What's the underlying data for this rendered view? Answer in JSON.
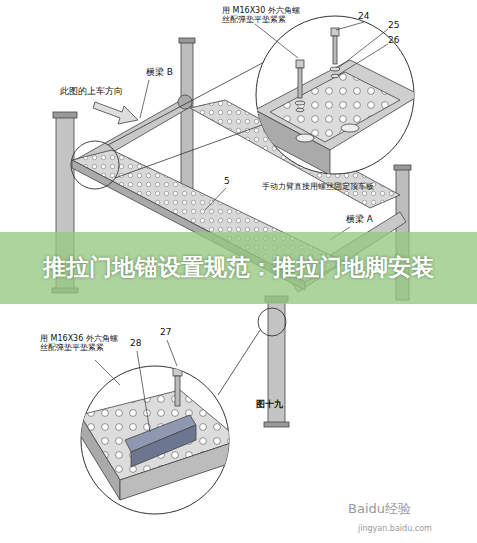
{
  "diagram": {
    "title": "推拉门地锚设置规范：推拉门地脚安装",
    "labels": [
      "用 M16X30 外六角螺丝配弹垫平垫紧紧",
      "24",
      "25",
      "26",
      "此图的上车方向",
      "横梁 B",
      "5",
      "手动力臂直接用螺丝固定顶车板",
      "横梁 A",
      "用 M16X36 外六角螺丝配弹垫平垫紧紧",
      "27",
      "28",
      "图十九",
      "Baidu经验",
      "jingyan.baidu.com"
    ]
  }
}
